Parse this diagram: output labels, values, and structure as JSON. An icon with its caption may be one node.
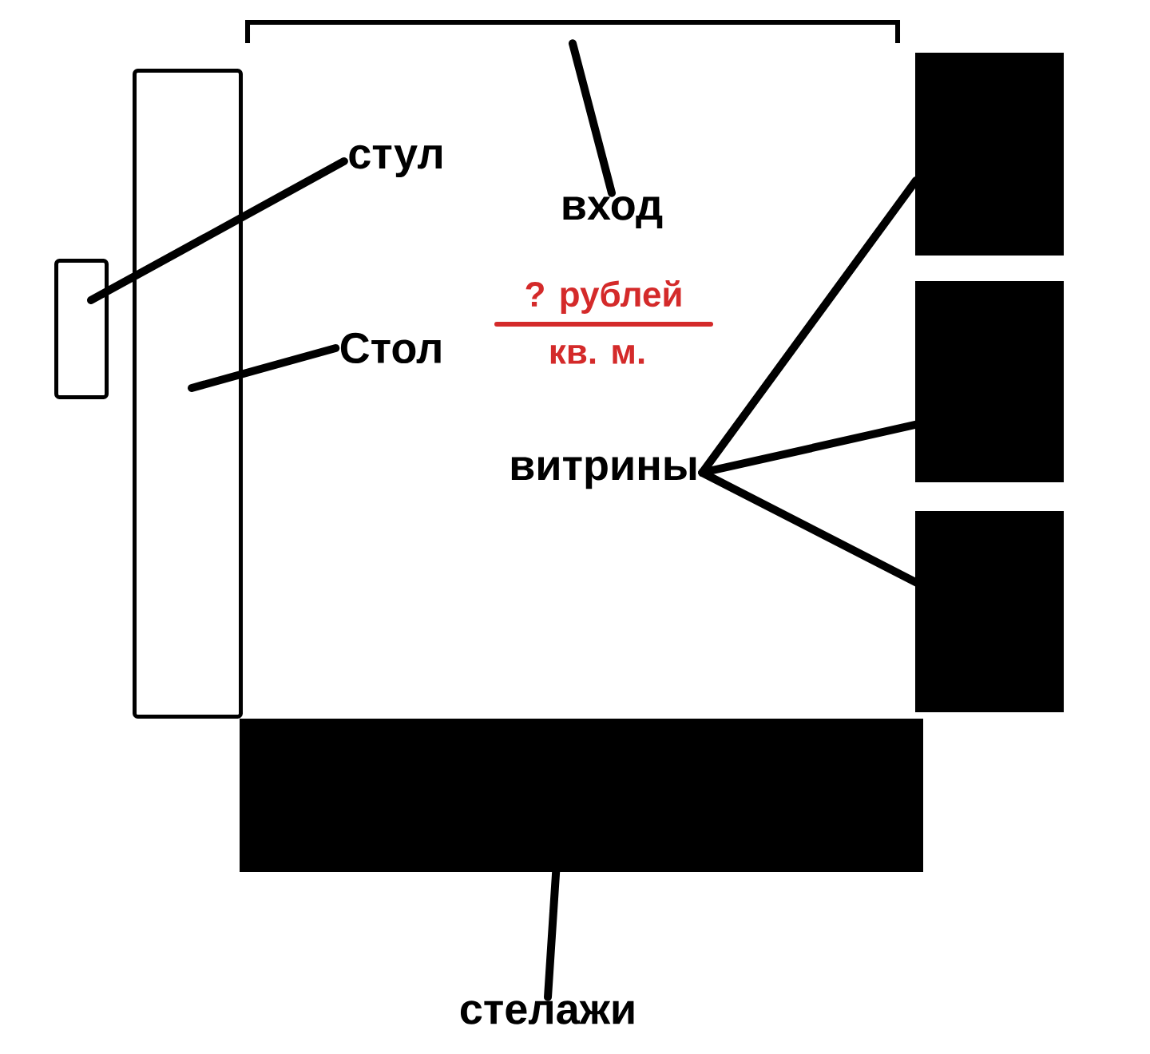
{
  "diagram": {
    "nodes": [
      {
        "text": [
          "стул"
        ]
      },
      {
        "text": [],
        "shape": "box"
      },
      {
        "text": [
          "Стол"
        ]
      },
      {
        "text": [],
        "shape": "box"
      },
      {
        "text": [
          "вход"
        ]
      },
      {
        "text": [],
        "shape": "bracket"
      },
      {
        "text": [
          "витрины"
        ]
      },
      {
        "text": [],
        "shape": "bar"
      },
      {
        "text": [],
        "shape": "bar"
      },
      {
        "text": [],
        "shape": "bar"
      },
      {
        "text": [
          "стелажи"
        ]
      },
      {
        "text": [],
        "shape": "bar"
      }
    ],
    "edges": [
      {
        "from": 0,
        "to": 1,
        "arrow": "none"
      },
      {
        "from": 2,
        "to": 3,
        "arrow": "none"
      },
      {
        "from": 4,
        "to": 5,
        "arrow": "none"
      },
      {
        "from": 6,
        "to": 7,
        "arrow": "none"
      },
      {
        "from": 6,
        "to": 8,
        "arrow": "none"
      },
      {
        "from": 6,
        "to": 9,
        "arrow": "none"
      },
      {
        "from": 10,
        "to": 11,
        "arrow": "none"
      }
    ],
    "labels": [
      "? рублей",
      "кв. м."
    ]
  }
}
